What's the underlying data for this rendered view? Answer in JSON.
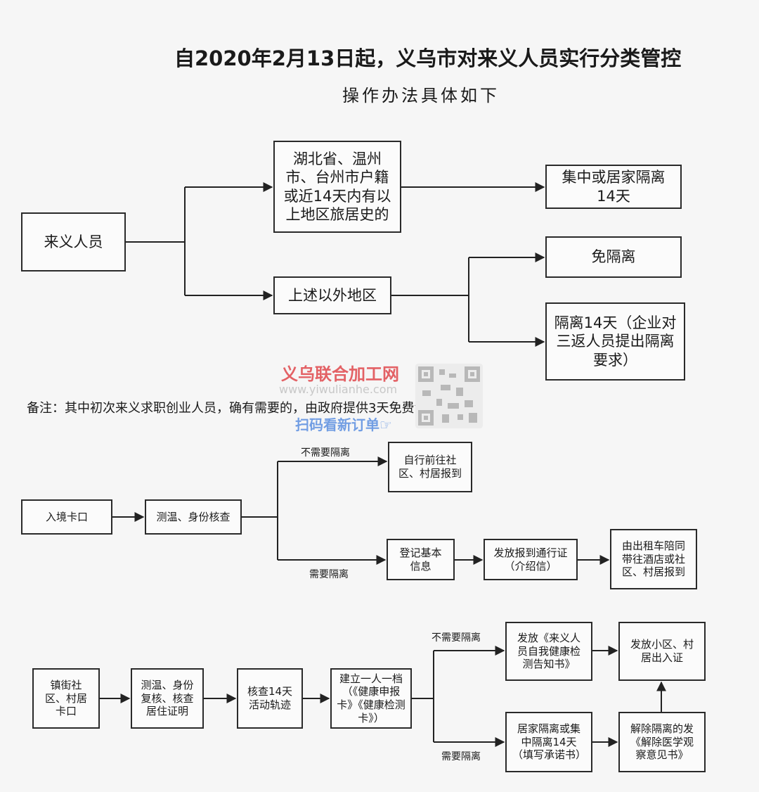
{
  "title": "自2020年2月13日起，义乌市对来义人员实行分类管控",
  "subtitle": "操作办法具体如下",
  "flow1": {
    "source": "来义人员",
    "hubei": "湖北省、温州市、台州市户籍或近14天内有以上地区旅居史的",
    "quarantine_14": "集中或居家隔离14天",
    "other": "上述以外地区",
    "exempt": "免隔离",
    "isolate": "隔离14天（企业对三返人员提出隔离要求）"
  },
  "note": "备注：其中初次来义求职创业人员，确有需要的，由政府提供3天免费食宿。",
  "watermark": {
    "site_name": "义乌联合加工网",
    "url": "www.yiwulianhe.com",
    "scan": "扫码看新订单☞"
  },
  "flow2": {
    "entry": "入境卡口",
    "check": "测温、身份核查",
    "no_need": "不需要隔离",
    "go_community": "自行前往社区、村居报到",
    "need": "需要隔离",
    "register": "登记基本信息",
    "pass": "发放报到通行证（介绍信）",
    "taxi": "由出租车陪同带往酒店或社区、村居报到"
  },
  "flow3": {
    "checkpoint": "镇街社区、村居卡口",
    "recheck": "测温、身份复核、核查居住证明",
    "track": "核查14天活动轨迹",
    "archive": "建立一人一档（《健康申报卡》《健康检测卡》）",
    "no_need": "不需要隔离",
    "self_report": "发放《来义人员自我健康检测告知书》",
    "pass_card": "发放小区、村居出入证",
    "need": "需要隔离",
    "home_iso": "居家隔离或集中隔离14天（填写承诺书）",
    "release": "解除隔离的发《解除医学观察意见书》"
  }
}
